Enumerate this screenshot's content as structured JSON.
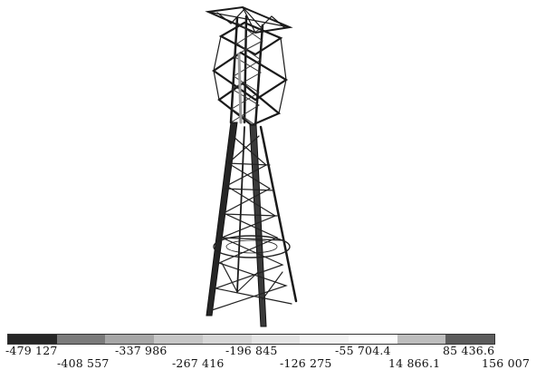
{
  "legend": {
    "colors": [
      "#262626",
      "#7a7a7a",
      "#a6a6a6",
      "#c6c6c6",
      "#d6d6d6",
      "#e4e4e4",
      "#f2f2f2",
      "#fbfbfb",
      "#bdbdbd",
      "#5c5c5c"
    ],
    "labels_row1": [
      "-479 127",
      "-337 986",
      "-196 845",
      "-55 704.4",
      "85 436.6"
    ],
    "labels_row2": [
      "-408 557",
      "-267 416",
      "-126 275",
      "14 866.1",
      "156 007"
    ]
  }
}
